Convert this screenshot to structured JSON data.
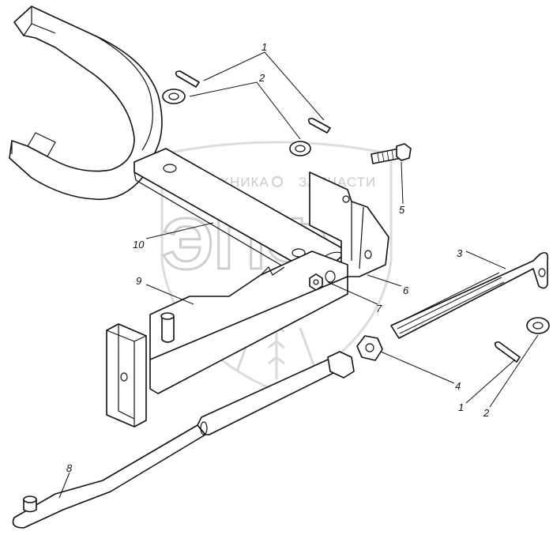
{
  "watermark": {
    "text_left": "ТЕХНИКА",
    "text_right": "ЗАПЧАСТИ",
    "monogram": "ЭПФ"
  },
  "callouts": [
    {
      "id": "c1a",
      "text": "1"
    },
    {
      "id": "c2a",
      "text": "2"
    },
    {
      "id": "c3",
      "text": "3"
    },
    {
      "id": "c4",
      "text": "4"
    },
    {
      "id": "c5",
      "text": "5"
    },
    {
      "id": "c6",
      "text": "6"
    },
    {
      "id": "c7",
      "text": "7"
    },
    {
      "id": "c8",
      "text": "8"
    },
    {
      "id": "c9",
      "text": "9"
    },
    {
      "id": "c10",
      "text": "10"
    },
    {
      "id": "c1b",
      "text": "1"
    },
    {
      "id": "c2b",
      "text": "2"
    }
  ]
}
